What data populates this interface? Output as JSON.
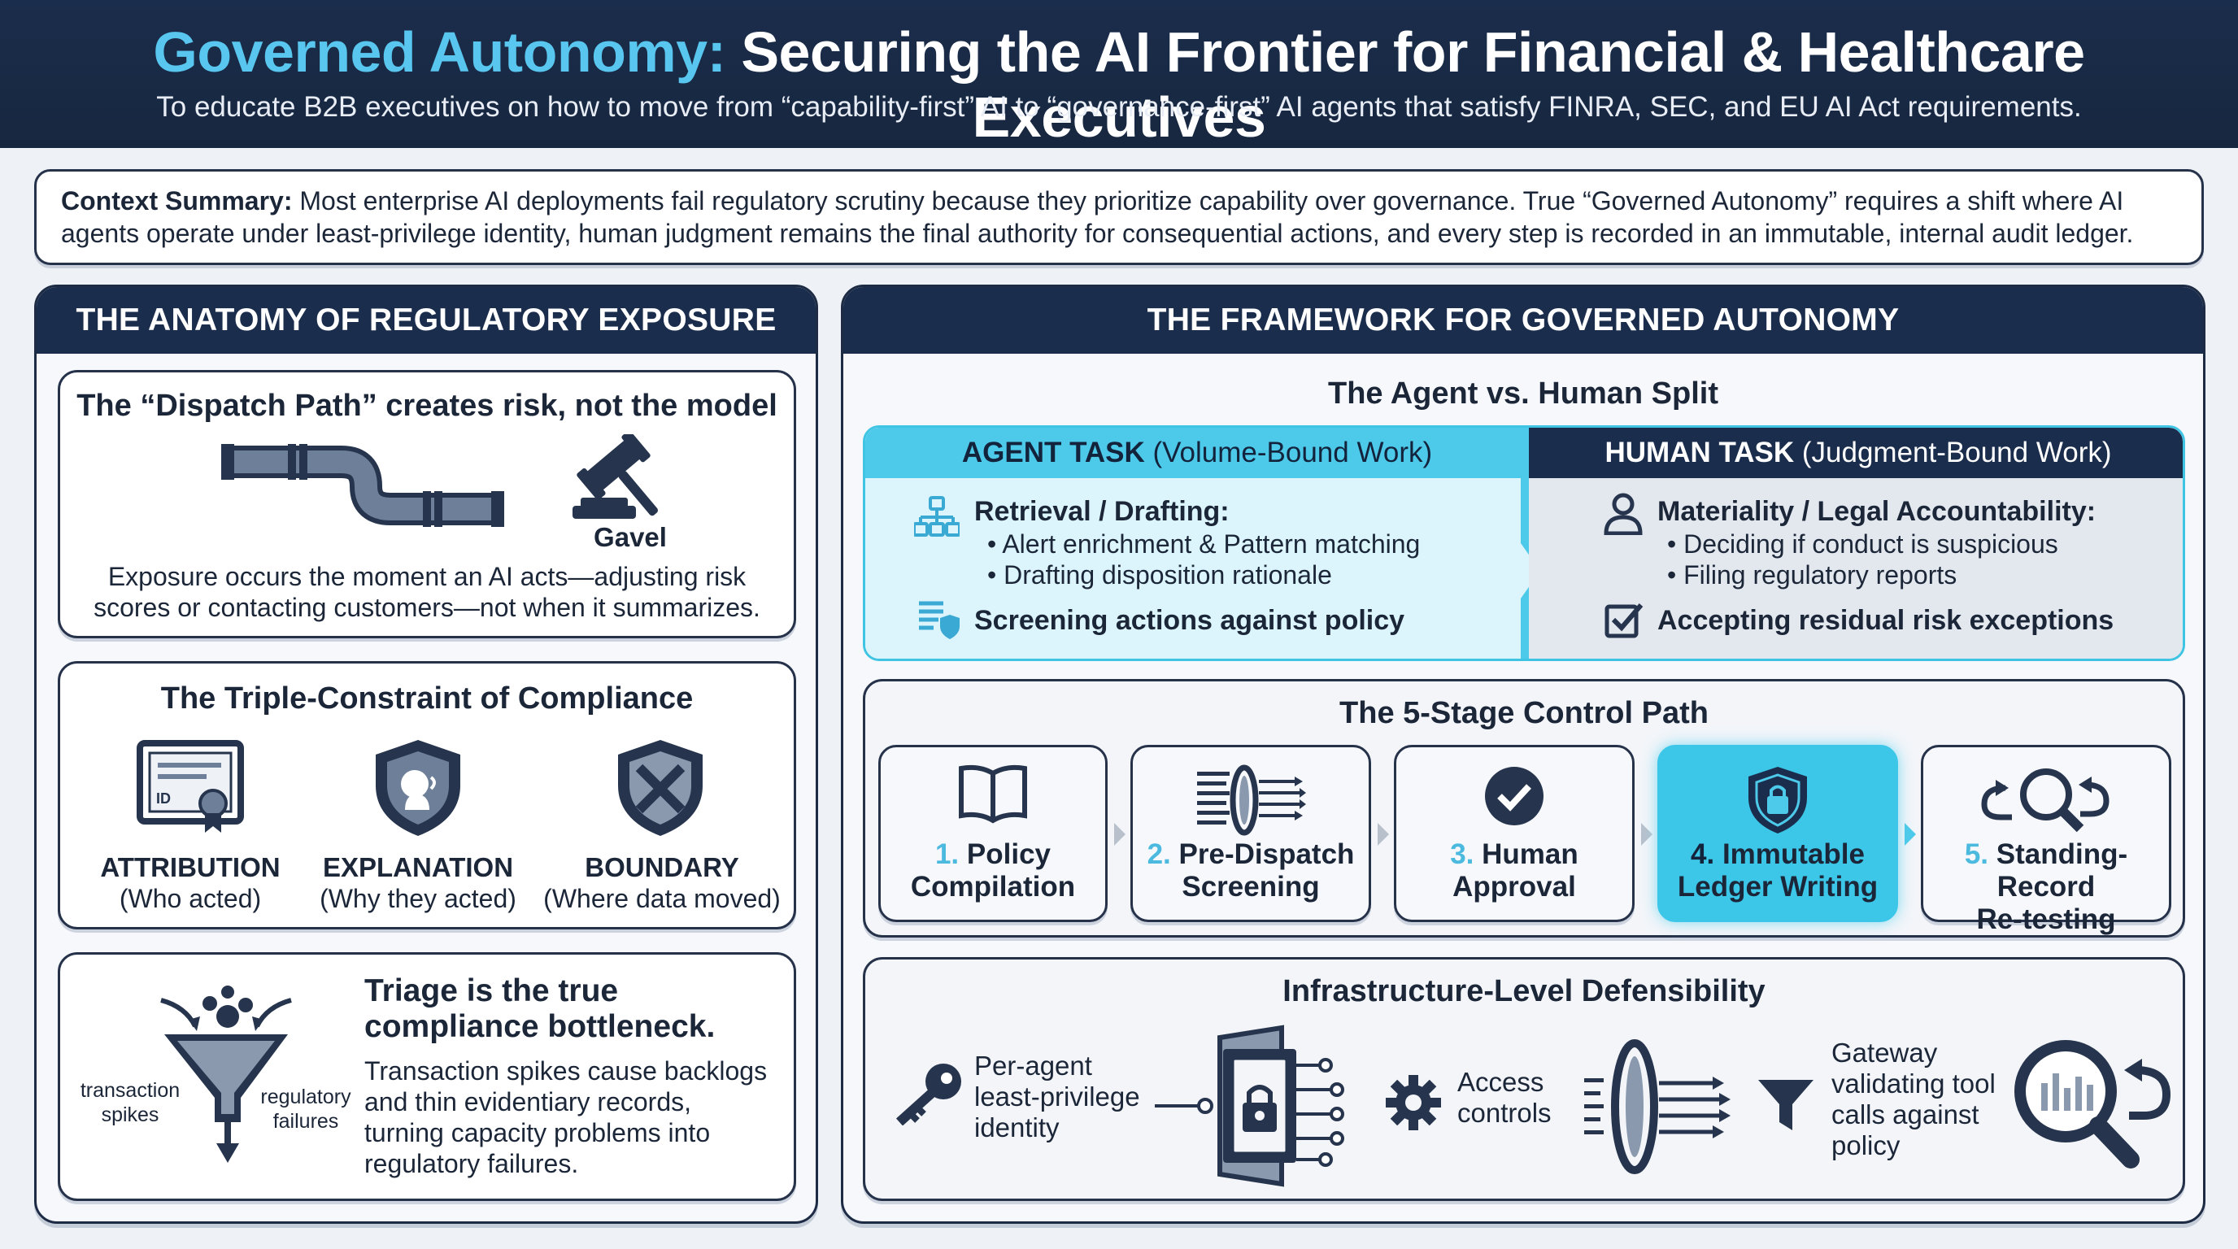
{
  "header": {
    "title_accent": "Governed Autonomy:",
    "title_main": " Securing the AI Frontier for Financial & Healthcare Executives",
    "subtitle": "To educate B2B executives on how to move from “capability-first” AI to “governance-first” AI agents that satisfy FINRA, SEC, and EU AI Act requirements."
  },
  "context": {
    "label": "Context Summary:",
    "text": " Most enterprise AI deployments fail regulatory scrutiny because they prioritize capability over governance. True “Governed Autonomy” requires a shift where AI agents operate under least-privilege identity, human judgment remains the final authority for consequential actions, and every step is recorded in an immutable, internal audit ledger."
  },
  "left": {
    "heading": "THE ANATOMY OF REGULATORY EXPOSURE",
    "dispatch": {
      "title": "The “Dispatch Path” creates risk, not the model",
      "gavel_label": "Gavel",
      "body_line1": "Exposure occurs the moment an AI acts—adjusting risk",
      "body_line2": "scores or contacting customers—not when it summarizes."
    },
    "triple": {
      "title": "The Triple-Constraint of Compliance",
      "items": [
        {
          "label": "ATTRIBUTION",
          "sub": "(Who acted)",
          "id_text": "ID"
        },
        {
          "label": "EXPLANATION",
          "sub": "(Why they acted)"
        },
        {
          "label": "BOUNDARY",
          "sub": "(Where data moved)"
        }
      ]
    },
    "triage": {
      "title_line1": "Triage is the true",
      "title_line2": "compliance bottleneck.",
      "body_lines": [
        "Transaction spikes cause backlogs",
        "and thin evidentiary records,",
        "turning capacity problems into",
        "regulatory failures."
      ],
      "label_left_1": "transaction",
      "label_left_2": "spikes",
      "label_right_1": "regulatory",
      "label_right_2": "failures"
    }
  },
  "right": {
    "heading": "THE FRAMEWORK FOR GOVERNED AUTONOMY",
    "split": {
      "title": "The Agent vs. Human Split",
      "agent_head_bold": "AGENT TASK",
      "agent_head_rest": " (Volume-Bound Work)",
      "agent_item1": "Retrieval / Drafting:",
      "agent_bullets": [
        "Alert enrichment & Pattern matching",
        "Drafting disposition rationale"
      ],
      "agent_item2": "Screening actions against policy",
      "human_head_bold": "HUMAN TASK",
      "human_head_rest": " (Judgment-Bound Work)",
      "human_item1": "Materiality / Legal Accountability:",
      "human_bullets": [
        "Deciding if conduct is suspicious",
        "Filing regulatory reports"
      ],
      "human_item2": "Accepting residual risk exceptions"
    },
    "stages": {
      "title": "The 5-Stage Control Path",
      "items": [
        {
          "num": "1.",
          "line1": "Policy",
          "line2": "Compilation"
        },
        {
          "num": "2.",
          "line1": "Pre-Dispatch",
          "line2": "Screening"
        },
        {
          "num": "3.",
          "line1": "Human",
          "line2": "Approval"
        },
        {
          "num": "4.",
          "line1": "Immutable",
          "line2": "Ledger Writing"
        },
        {
          "num": "5.",
          "line1": "Standing-Record",
          "line2": "Re-testing"
        }
      ]
    },
    "infra": {
      "title": "Infrastructure-Level Defensibility",
      "identity": [
        "Per-agent",
        "least-privilege",
        "identity"
      ],
      "access": [
        "Access",
        "controls"
      ],
      "gateway": [
        "Gateway",
        "validating tool",
        "calls against",
        "policy"
      ]
    }
  },
  "colors": {
    "navy": "#1b2d4c",
    "accent": "#4dc9ea",
    "ink": "#1b2638"
  }
}
